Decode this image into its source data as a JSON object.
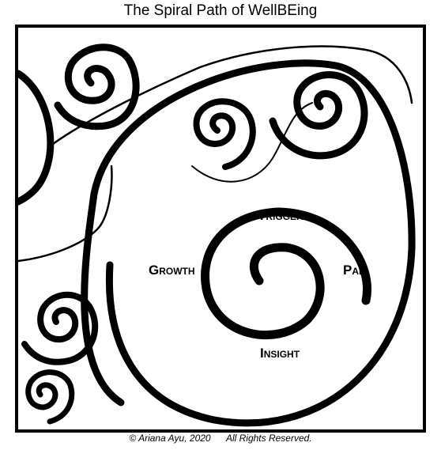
{
  "title": "The Spiral Path of WellBEing",
  "stages": {
    "top": "Trigger",
    "right": "Pain",
    "bottom": "Insight",
    "left": "Growth"
  },
  "footer": {
    "copyright": "© Ariana Ayu, 2020",
    "rights": "All Rights Reserved."
  }
}
